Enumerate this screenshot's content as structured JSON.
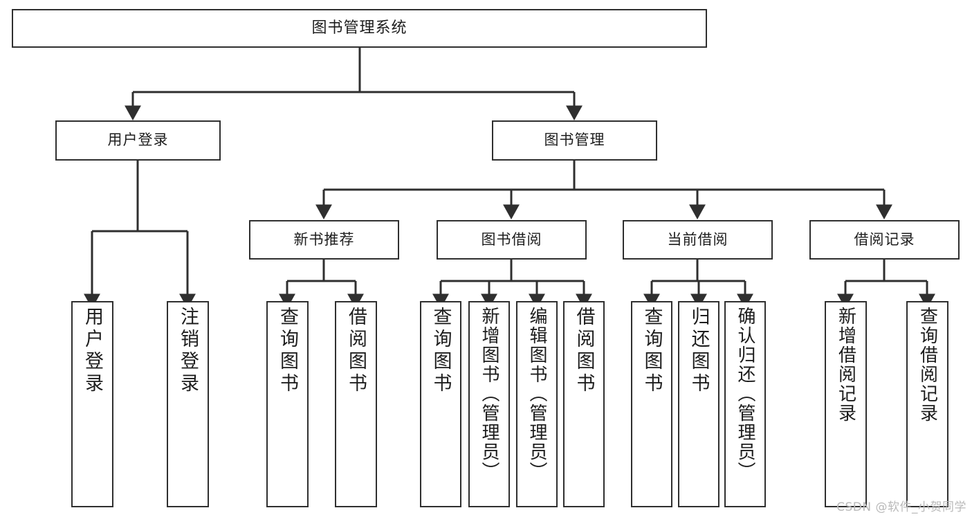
{
  "diagram": {
    "title": "图书管理系统",
    "type": "tree",
    "watermark": "CSDN @软件_小贺同学",
    "line_color": "#2f2f2f",
    "box_fill": "#ffffff",
    "text_color": "#1d1d1d"
  },
  "nodes": {
    "root": {
      "label": "图书管理系统",
      "level": 1
    },
    "l2": [
      {
        "id": "user-login",
        "label": "用户登录",
        "level": 2
      },
      {
        "id": "book-manage",
        "label": "图书管理",
        "level": 2
      }
    ],
    "l3": [
      {
        "id": "new-book-recommend",
        "label": "新书推荐",
        "level": 3,
        "parent": "book-manage"
      },
      {
        "id": "book-borrow",
        "label": "图书借阅",
        "level": 3,
        "parent": "book-manage"
      },
      {
        "id": "current-borrow",
        "label": "当前借阅",
        "level": 3,
        "parent": "book-manage"
      },
      {
        "id": "borrow-record",
        "label": "借阅记录",
        "level": 3,
        "parent": "book-manage"
      }
    ],
    "leaves": [
      {
        "id": "leaf-user-login",
        "label": "用户登录",
        "parent": "user-login"
      },
      {
        "id": "leaf-user-logout",
        "label": "注销登录",
        "parent": "user-login"
      },
      {
        "id": "leaf-query-book-1",
        "label": "查询图书",
        "parent": "new-book-recommend"
      },
      {
        "id": "leaf-borrow-book-1",
        "label": "借阅图书",
        "parent": "new-book-recommend"
      },
      {
        "id": "leaf-query-book-2",
        "label": "查询图书",
        "parent": "book-borrow"
      },
      {
        "id": "leaf-add-book",
        "label": "新增图书（管理员）",
        "parent": "book-borrow"
      },
      {
        "id": "leaf-edit-book",
        "label": "编辑图书（管理员）",
        "parent": "book-borrow"
      },
      {
        "id": "leaf-borrow-book-2",
        "label": "借阅图书",
        "parent": "book-borrow"
      },
      {
        "id": "leaf-query-book-3",
        "label": "查询图书",
        "parent": "current-borrow"
      },
      {
        "id": "leaf-return-book",
        "label": "归还图书",
        "parent": "current-borrow"
      },
      {
        "id": "leaf-confirm-return",
        "label": "确认归还（管理员）",
        "parent": "current-borrow"
      },
      {
        "id": "leaf-add-record",
        "label": "新增借阅记录",
        "parent": "borrow-record"
      },
      {
        "id": "leaf-query-record",
        "label": "查询借阅记录",
        "parent": "borrow-record"
      }
    ]
  }
}
